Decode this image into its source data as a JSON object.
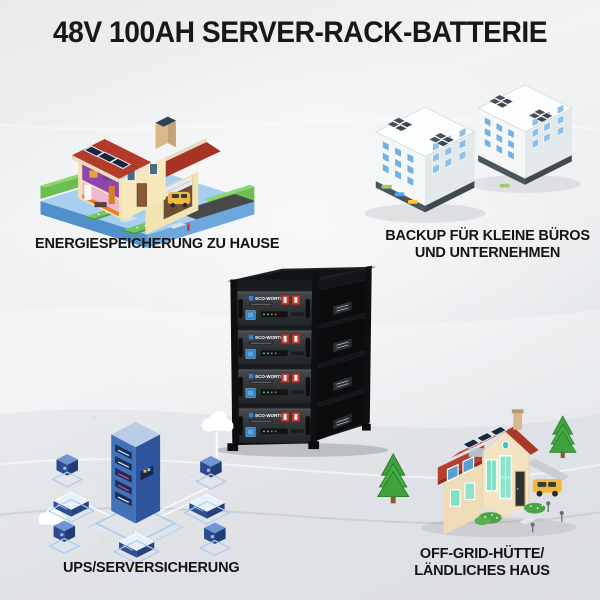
{
  "page": {
    "title": "48V 100AH SERVER-RACK-BATTERIE"
  },
  "theme": {
    "background_top": "#e7e9eb",
    "background_bottom": "#d6dade",
    "title_color": "#17181a",
    "label_color": "#141414",
    "roof_red": "#b23b2a",
    "wall_cream": "#f2e3b3",
    "platform_blue": "#a6cff0",
    "solar_navy": "#182a42",
    "server_blue": "#4272b8",
    "rack_black": "#17181a",
    "brand_blue": "#2f86d6",
    "breaker_red": "#c23b30",
    "led_green": "#3ddc6a",
    "car_yellow": "#f0b93b",
    "pine_green": "#3fa23c"
  },
  "use_cases": [
    {
      "id": "home-storage",
      "label": "ENERGIESPEICHERUNG ZU HAUSE",
      "illustration": "isometric-house-with-solar-panels"
    },
    {
      "id": "office-backup",
      "label_lines": [
        "BACKUP FÜR KLEINE BÜROS",
        "UND UNTERNEHMEN"
      ],
      "illustration": "isometric-office-buildings-with-solar-panels"
    },
    {
      "id": "ups-server",
      "label": "UPS/SERVERSICHERUNG",
      "illustration": "isometric-server-cluster"
    },
    {
      "id": "off-grid",
      "label_lines": [
        "OFF-GRID-HÜTTE/",
        "LÄNDLICHES HAUS"
      ],
      "illustration": "isometric-cabin-with-solar-panels"
    }
  ],
  "battery_rack": {
    "brand": "ECO-WORTHY",
    "module_count": 4
  }
}
